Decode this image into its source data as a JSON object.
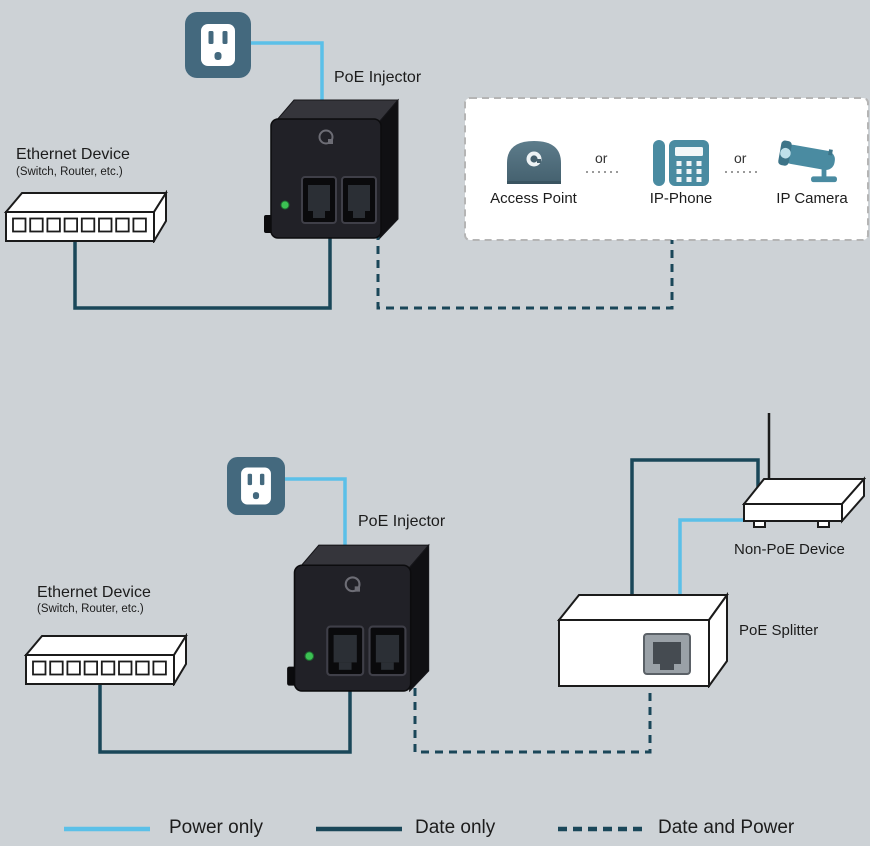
{
  "colors": {
    "background": "#cdd2d6",
    "power_line": "#5bc0e8",
    "data_line": "#1a4759",
    "outlet_body": "#44697e",
    "access_point_body": "#51707e",
    "phone_camera_body": "#4a8ba1",
    "injector_body": "#212127",
    "led_green": "#3cc153"
  },
  "top_diagram": {
    "injector_label": "PoE Injector",
    "source_device": {
      "title": "Ethernet Device",
      "subtitle": "(Switch, Router, etc.)"
    },
    "powered_devices_box": {
      "separator": "or",
      "items": [
        {
          "label": "Access Point"
        },
        {
          "label": "IP-Phone"
        },
        {
          "label": "IP Camera"
        }
      ]
    }
  },
  "bottom_diagram": {
    "injector_label": "PoE Injector",
    "source_device": {
      "title": "Ethernet Device",
      "subtitle": "(Switch, Router, etc.)"
    },
    "non_poe_device_label": "Non-PoE Device",
    "poe_splitter_label": "PoE Splitter"
  },
  "legend": {
    "power_only": "Power only",
    "data_only": "Date only",
    "data_and_power": "Date and Power"
  }
}
